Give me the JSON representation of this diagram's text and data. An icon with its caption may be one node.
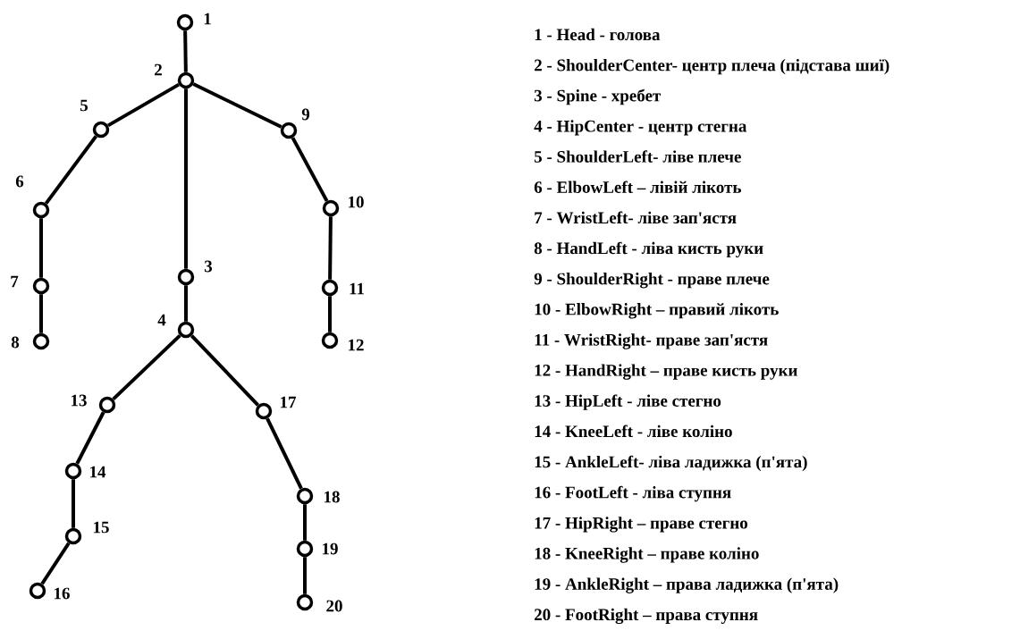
{
  "diagram": {
    "nodes": [
      {
        "text": [],
        "shape": "circle",
        "beside": [
          "1"
        ]
      },
      {
        "text": [],
        "shape": "circle",
        "beside": [
          "2"
        ]
      },
      {
        "text": [],
        "shape": "circle",
        "beside": [
          "3"
        ]
      },
      {
        "text": [],
        "shape": "circle",
        "beside": [
          "4"
        ]
      },
      {
        "text": [],
        "shape": "circle",
        "beside": [
          "5"
        ]
      },
      {
        "text": [],
        "shape": "circle",
        "beside": [
          "6"
        ]
      },
      {
        "text": [],
        "shape": "circle",
        "beside": [
          "7"
        ]
      },
      {
        "text": [],
        "shape": "circle",
        "beside": [
          "8"
        ]
      },
      {
        "text": [],
        "shape": "circle",
        "beside": [
          "9"
        ]
      },
      {
        "text": [],
        "shape": "circle",
        "beside": [
          "10"
        ]
      },
      {
        "text": [],
        "shape": "circle",
        "beside": [
          "11"
        ]
      },
      {
        "text": [],
        "shape": "circle",
        "beside": [
          "12"
        ]
      },
      {
        "text": [],
        "shape": "circle",
        "beside": [
          "13"
        ]
      },
      {
        "text": [],
        "shape": "circle",
        "beside": [
          "14"
        ]
      },
      {
        "text": [],
        "shape": "circle",
        "beside": [
          "15"
        ]
      },
      {
        "text": [],
        "shape": "circle",
        "beside": [
          "16"
        ]
      },
      {
        "text": [],
        "shape": "circle",
        "beside": [
          "17"
        ]
      },
      {
        "text": [],
        "shape": "circle",
        "beside": [
          "18"
        ]
      },
      {
        "text": [],
        "shape": "circle",
        "beside": [
          "19"
        ]
      },
      {
        "text": [],
        "shape": "circle",
        "beside": [
          "20"
        ]
      }
    ],
    "edges": [
      {
        "from": 0,
        "to": 1,
        "arrow": "none"
      },
      {
        "from": 1,
        "to": 2,
        "arrow": "none"
      },
      {
        "from": 2,
        "to": 3,
        "arrow": "none"
      },
      {
        "from": 1,
        "to": 4,
        "arrow": "none"
      },
      {
        "from": 4,
        "to": 5,
        "arrow": "none"
      },
      {
        "from": 5,
        "to": 6,
        "arrow": "none"
      },
      {
        "from": 6,
        "to": 7,
        "arrow": "none"
      },
      {
        "from": 1,
        "to": 8,
        "arrow": "none"
      },
      {
        "from": 8,
        "to": 9,
        "arrow": "none"
      },
      {
        "from": 9,
        "to": 10,
        "arrow": "none"
      },
      {
        "from": 10,
        "to": 11,
        "arrow": "none"
      },
      {
        "from": 3,
        "to": 12,
        "arrow": "none"
      },
      {
        "from": 12,
        "to": 13,
        "arrow": "none"
      },
      {
        "from": 13,
        "to": 14,
        "arrow": "none"
      },
      {
        "from": 14,
        "to": 15,
        "arrow": "none"
      },
      {
        "from": 3,
        "to": 16,
        "arrow": "none"
      },
      {
        "from": 16,
        "to": 17,
        "arrow": "none"
      },
      {
        "from": 17,
        "to": 18,
        "arrow": "none"
      },
      {
        "from": 18,
        "to": 19,
        "arrow": "none"
      }
    ],
    "labels": [
      "1 - Head - голова",
      "2 - ShoulderCenter- центр плеча (підстава шиї)",
      "3 - Spine - хребет",
      "4 - HipCenter - центр стегна",
      "5 - ShoulderLeft- ліве плече",
      "6 - ElbowLeft – лівій лікоть",
      "7 - WristLeft- ліве зап'ястя",
      "8 - HandLeft - ліва кисть руки",
      "9 - ShoulderRight - праве плече",
      "10 - ElbowRight – правий лікоть",
      "11 - WristRight- праве зап'ястя",
      "12 - HandRight – праве кисть руки",
      "13 - HipLeft - ліве стегно",
      "14 - KneeLeft - ліве коліно",
      "15 - AnkleLeft- ліва ладижка (п'ята)",
      "16 - FootLeft - ліва ступня",
      "17 - HipRight – праве стегно",
      "18 - KneeRight – праве коліно",
      "19 - AnkleRight – права ладижка (п'ята)",
      "20 - FootRight – права ступня"
    ]
  }
}
